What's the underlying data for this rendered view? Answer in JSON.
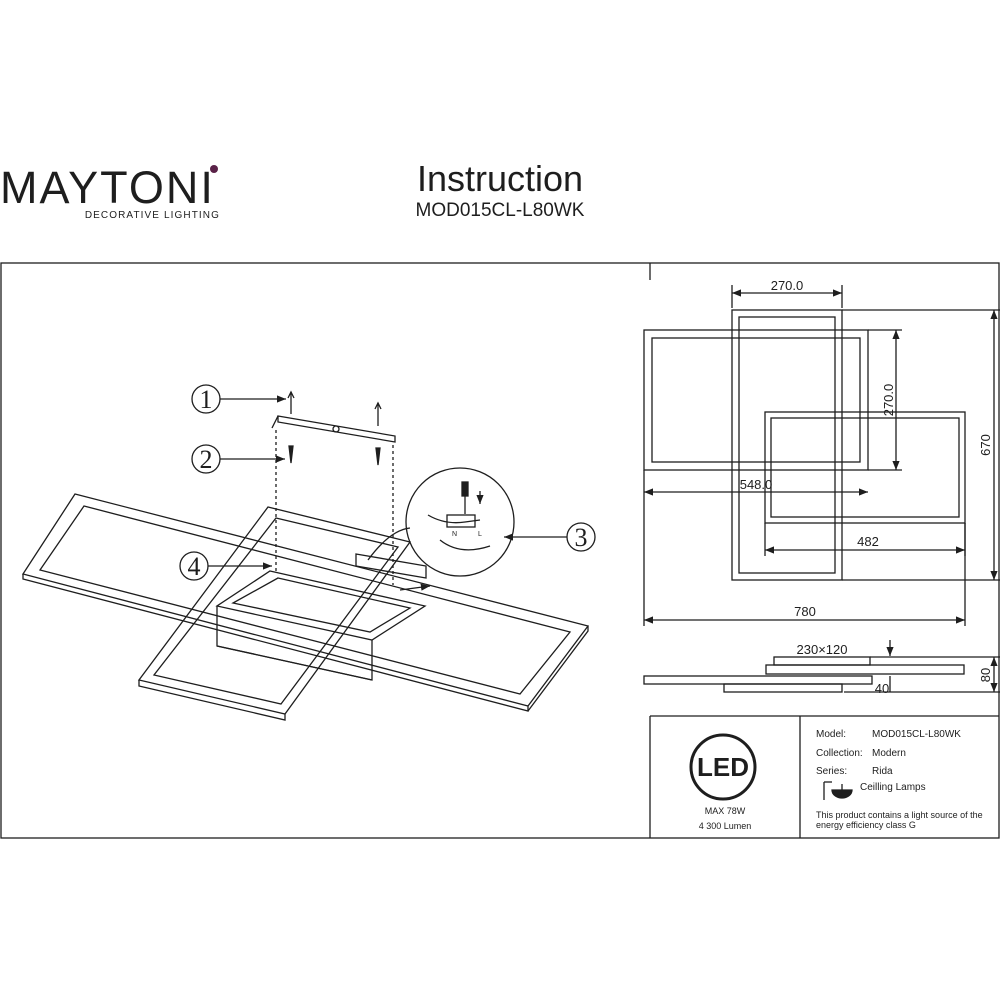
{
  "brand": {
    "name": "MAYTONI",
    "tagline": "DECORATIVE LIGHTING"
  },
  "header": {
    "title": "Instruction",
    "model": "MOD015CL-L80WK"
  },
  "callouts": [
    "1",
    "2",
    "3",
    "4"
  ],
  "dimensions": {
    "top_width": "270.0",
    "side_height": "270.0",
    "height_total": "670",
    "inner_width": "548.0",
    "right_width": "482",
    "total_width": "780",
    "base_size": "230×120",
    "profile_height": "80",
    "profile_offset": "40"
  },
  "wiring": {
    "n": "N",
    "l": "L"
  },
  "led": {
    "badge": "LED",
    "max_power": "MAX 78W",
    "lumen": "4 300 Lumen"
  },
  "specs": {
    "model_label": "Model:",
    "model_value": "MOD015CL-L80WK",
    "collection_label": "Collection:",
    "collection_value": "Modern",
    "series_label": "Series:",
    "series_value": "Rida",
    "type_value": "Ceilling Lamps",
    "energy_note_1": "This product contains a light source of the",
    "energy_note_2": "energy efficiency class G"
  },
  "colors": {
    "ink": "#1e1e1e",
    "brand_dot": "#5a2248"
  }
}
